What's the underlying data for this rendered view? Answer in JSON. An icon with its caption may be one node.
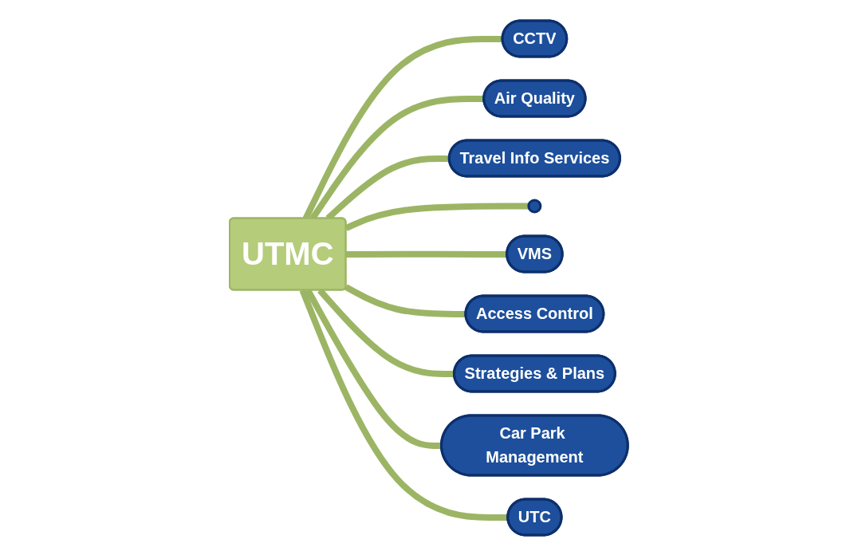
{
  "diagram": {
    "nodes": [
      {
        "text": [
          "CCTV"
        ]
      },
      {
        "text": [
          "Air Quality"
        ]
      },
      {
        "text": [
          "Travel Info Services"
        ]
      },
      {
        "text": [],
        "shape": "circle"
      },
      {
        "text": [
          "UTMC"
        ]
      },
      {
        "text": [
          "VMS"
        ]
      },
      {
        "text": [
          "Access Control"
        ]
      },
      {
        "text": [
          "Strategies & Plans"
        ]
      },
      {
        "text": [
          "Car Park Management"
        ]
      },
      {
        "text": [
          "UTC"
        ]
      }
    ],
    "edges": [
      {
        "from": 4,
        "to": 0,
        "arrow": "none"
      },
      {
        "from": 4,
        "to": 1,
        "arrow": "none"
      },
      {
        "from": 4,
        "to": 2,
        "arrow": "none"
      },
      {
        "from": 4,
        "to": 3,
        "arrow": "none"
      },
      {
        "from": 4,
        "to": 5,
        "arrow": "none"
      },
      {
        "from": 4,
        "to": 6,
        "arrow": "none"
      },
      {
        "from": 4,
        "to": 7,
        "arrow": "none"
      },
      {
        "from": 4,
        "to": 8,
        "arrow": "none"
      },
      {
        "from": 4,
        "to": 9,
        "arrow": "none"
      }
    ]
  }
}
